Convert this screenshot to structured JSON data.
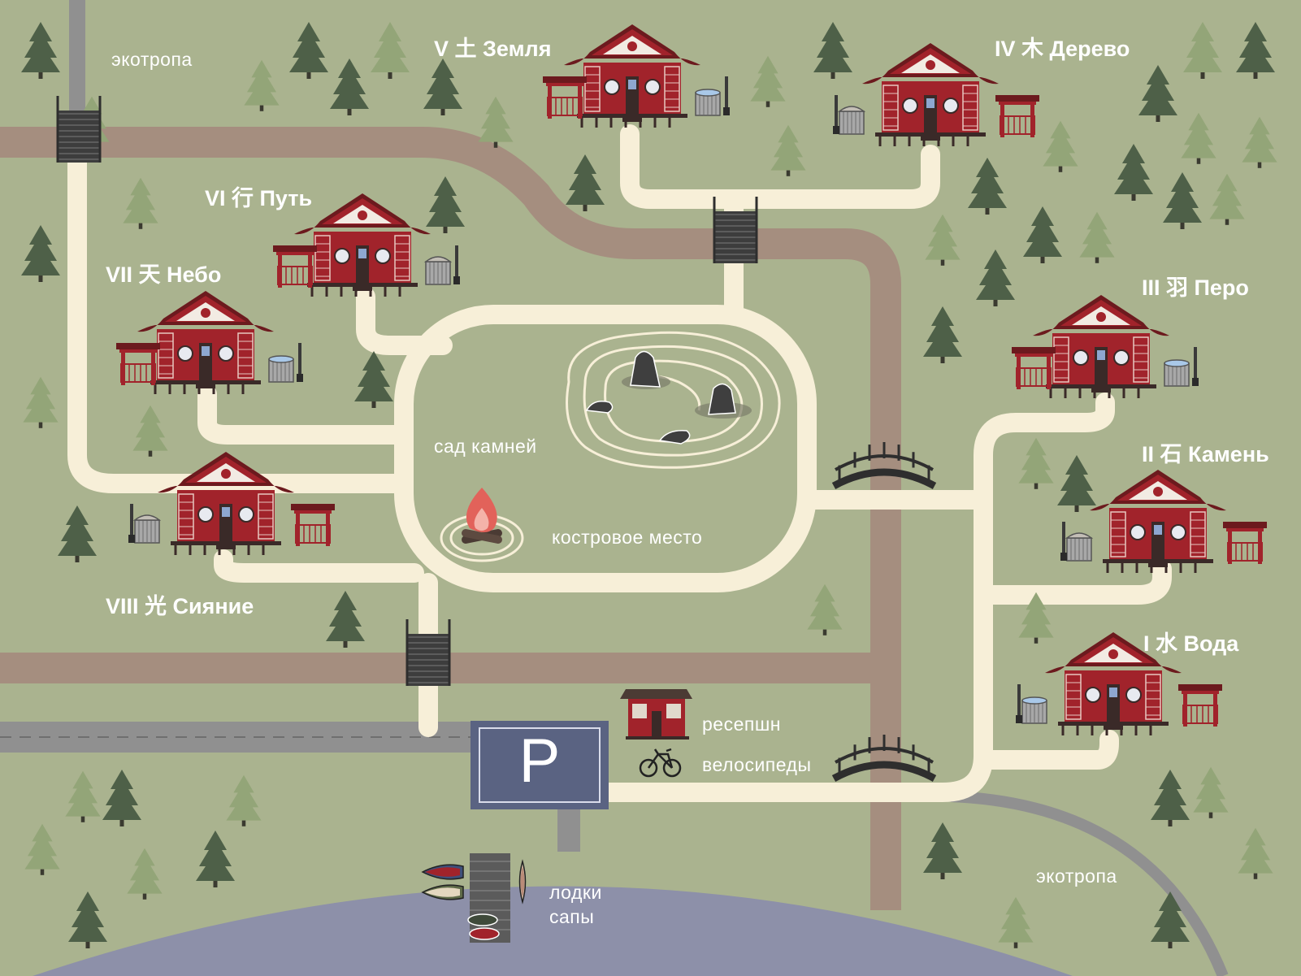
{
  "map": {
    "houses": [
      {
        "id": "i",
        "label": "I 水 Вода"
      },
      {
        "id": "ii",
        "label": "II 石 Камень"
      },
      {
        "id": "iii",
        "label": "III 羽 Перо"
      },
      {
        "id": "iv",
        "label": "IV 木 Дерево"
      },
      {
        "id": "v",
        "label": "V 土 Земля"
      },
      {
        "id": "vi",
        "label": "VI 行 Путь"
      },
      {
        "id": "vii",
        "label": "VII 天 Небо"
      },
      {
        "id": "viii",
        "label": "VIII 光 Сияние"
      }
    ],
    "places": {
      "ecotrail_top": "экотропа",
      "ecotrail_bottom": "экотропа",
      "rock_garden": "сад камней",
      "fire_place": "костровое место",
      "reception": "ресепшн",
      "bikes": "велосипеды",
      "boats": "лодки",
      "sup": "сапы"
    },
    "parking": {
      "letter": "P"
    },
    "colors": {
      "grass": "#aab38f",
      "path": "#f7efd8",
      "road": "#a58e7f",
      "asphalt": "#909090",
      "water": "#8d90a9",
      "house_red": "#a1232b",
      "roof_dark": "#6c1a1e",
      "tree_dark": "#4e6048",
      "tree_light": "#93a578",
      "parking_sign": "#5a6382"
    }
  }
}
